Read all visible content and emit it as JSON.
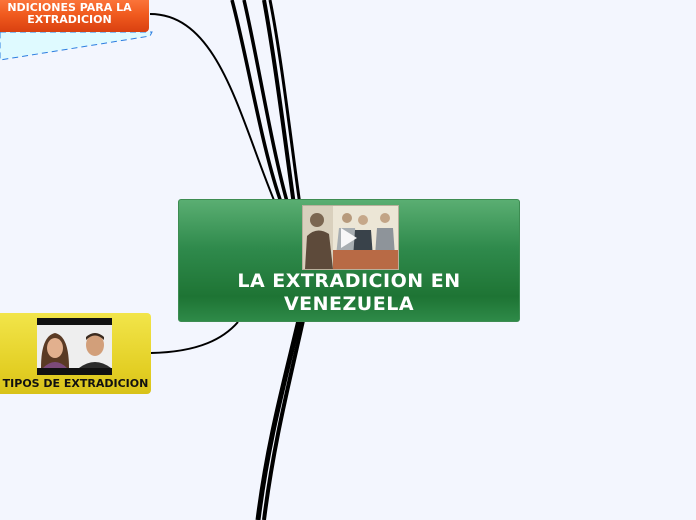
{
  "map": {
    "central_topic": {
      "line1": "LA EXTRADICION EN",
      "line2": "VENEZUELA"
    },
    "topics": {
      "conditions": {
        "line1": "NDICIONES PARA LA",
        "line2": "EXTRADICION",
        "color": "#f05a1e"
      },
      "types": {
        "label": "TIPOS DE EXTRADICION",
        "color": "#e3cf24"
      }
    },
    "colors": {
      "central": "#2f8a4c",
      "background": "#f3f6fe",
      "dashed_region": "#2b7de0"
    }
  }
}
